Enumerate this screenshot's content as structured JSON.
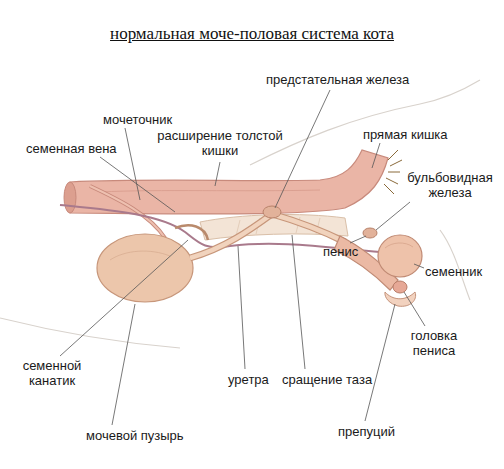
{
  "diagram": {
    "title": "нормальная моче-половая система кота",
    "labels": [
      "предстательная железа",
      "мочеточник",
      "прямая кишка",
      "семенная вена",
      "расширение толстой кишки",
      "бульбовидная железа",
      "пенис",
      "семенник",
      "семенной канатик",
      "уретра",
      "сращение таза",
      "головка пениса",
      "мочевой пузырь",
      "препуций"
    ]
  }
}
